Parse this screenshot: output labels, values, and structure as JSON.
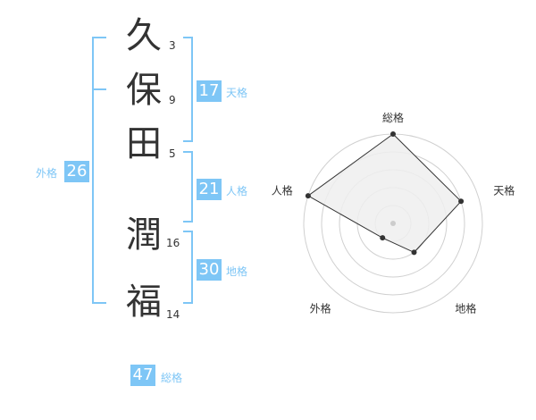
{
  "name": {
    "chars": [
      {
        "char": "久",
        "strokes": "3"
      },
      {
        "char": "保",
        "strokes": "9"
      },
      {
        "char": "田",
        "strokes": "5"
      },
      {
        "char": "潤",
        "strokes": "16"
      },
      {
        "char": "福",
        "strokes": "14"
      }
    ]
  },
  "fortunes": {
    "tenkaku": {
      "value": "17",
      "label": "天格"
    },
    "jinkaku": {
      "value": "21",
      "label": "人格"
    },
    "chikaku": {
      "value": "30",
      "label": "地格"
    },
    "gaikaku": {
      "value": "26",
      "label": "外格"
    },
    "soukaku": {
      "value": "47",
      "label": "総格"
    }
  },
  "colors": {
    "accent": "#7ec6f6",
    "text": "#333333",
    "radar_fill": "#eeeeee",
    "radar_ring": "#d0d0d0"
  },
  "chart_data": {
    "type": "radar",
    "axes": [
      "総格",
      "天格",
      "地格",
      "外格",
      "人格"
    ],
    "values": [
      5,
      4,
      2,
      1,
      5
    ],
    "max": 5
  }
}
